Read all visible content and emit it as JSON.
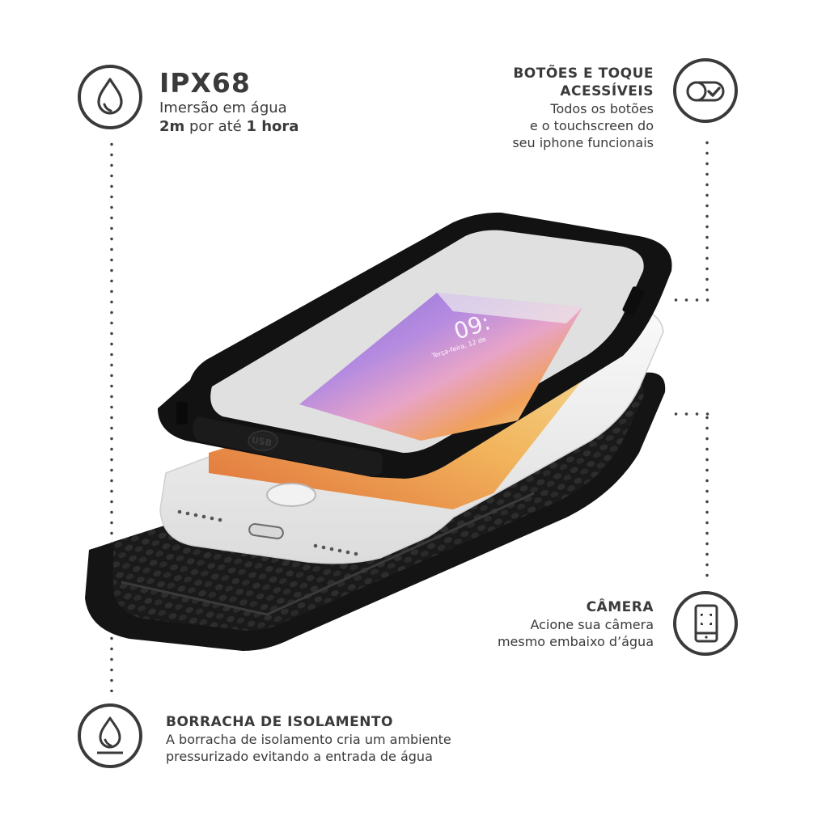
{
  "features": {
    "ipx68": {
      "icon": "water-drop-icon",
      "title": "IPX68",
      "line1": "Imersão em água",
      "line2_bold_a": "2m",
      "line2_mid": " por até ",
      "line2_bold_b": "1 hora"
    },
    "buttons": {
      "icon": "toggle-check-icon",
      "title_line1": "BOTÕES E TOQUE",
      "title_line2": "ACESSÍVEIS",
      "body": [
        "Todos os botões",
        "e o touchscreen do",
        "seu iphone funcionais"
      ]
    },
    "camera": {
      "icon": "phone-camera-frame-icon",
      "title": "CÂMERA",
      "body": [
        "Acione sua câmera",
        "mesmo embaixo d’água"
      ]
    },
    "rubber": {
      "icon": "water-drop-seal-icon",
      "title": "BORRACHA DE ISOLAMENTO",
      "body": [
        "A borracha de isolamento cria um ambiente",
        "pressurizado evitando a entrada de água"
      ]
    }
  },
  "product": {
    "lockscreen_time": "09:",
    "lockscreen_date": "Terça-feira, 12 de",
    "port_label": "USB"
  },
  "colors": {
    "text": "#3a3a3a",
    "dots": "#444444",
    "case": "#151515",
    "phone_body": "#f2f2f2"
  }
}
